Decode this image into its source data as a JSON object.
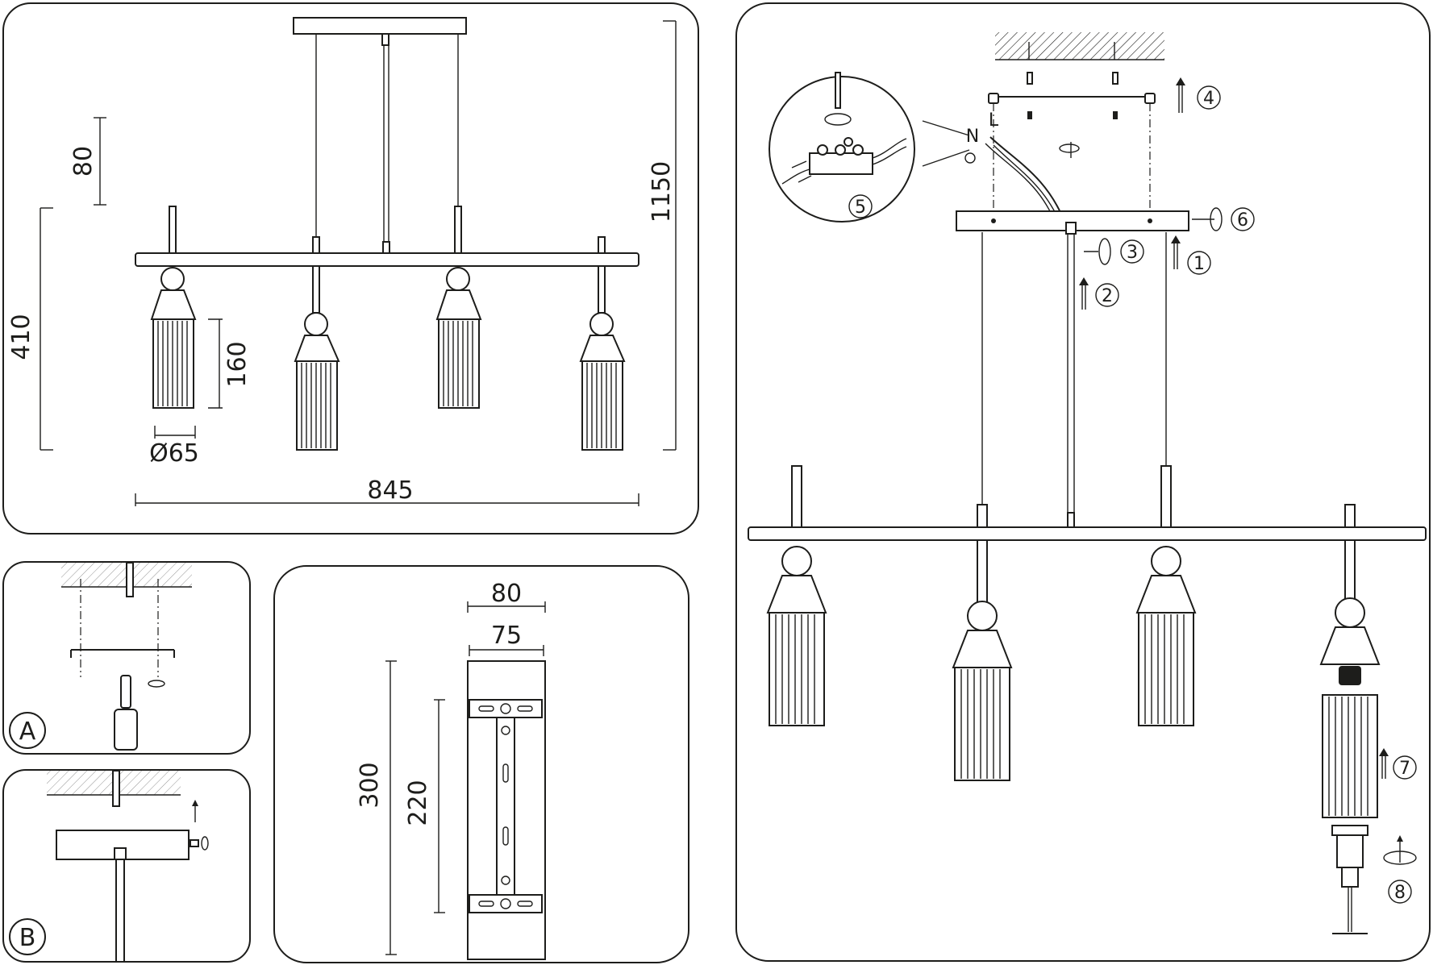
{
  "dimensions": {
    "total_height": "1150",
    "canopy_height": "80",
    "fixture_height": "410",
    "shade_height": "160",
    "shade_diameter": "Ø65",
    "total_width": "845"
  },
  "canopy_plate": {
    "width_outer": "80",
    "width_inner": "75",
    "length_outer": "300",
    "length_inner": "220"
  },
  "mount_steps": {
    "a_label": "A",
    "b_label": "B"
  },
  "assembly": {
    "wire_n": "N",
    "wire_l": "L",
    "steps": [
      "1",
      "2",
      "3",
      "4",
      "5",
      "6",
      "7",
      "8"
    ]
  },
  "colors": {
    "line": "#1d1d1b",
    "background": "#ffffff"
  }
}
